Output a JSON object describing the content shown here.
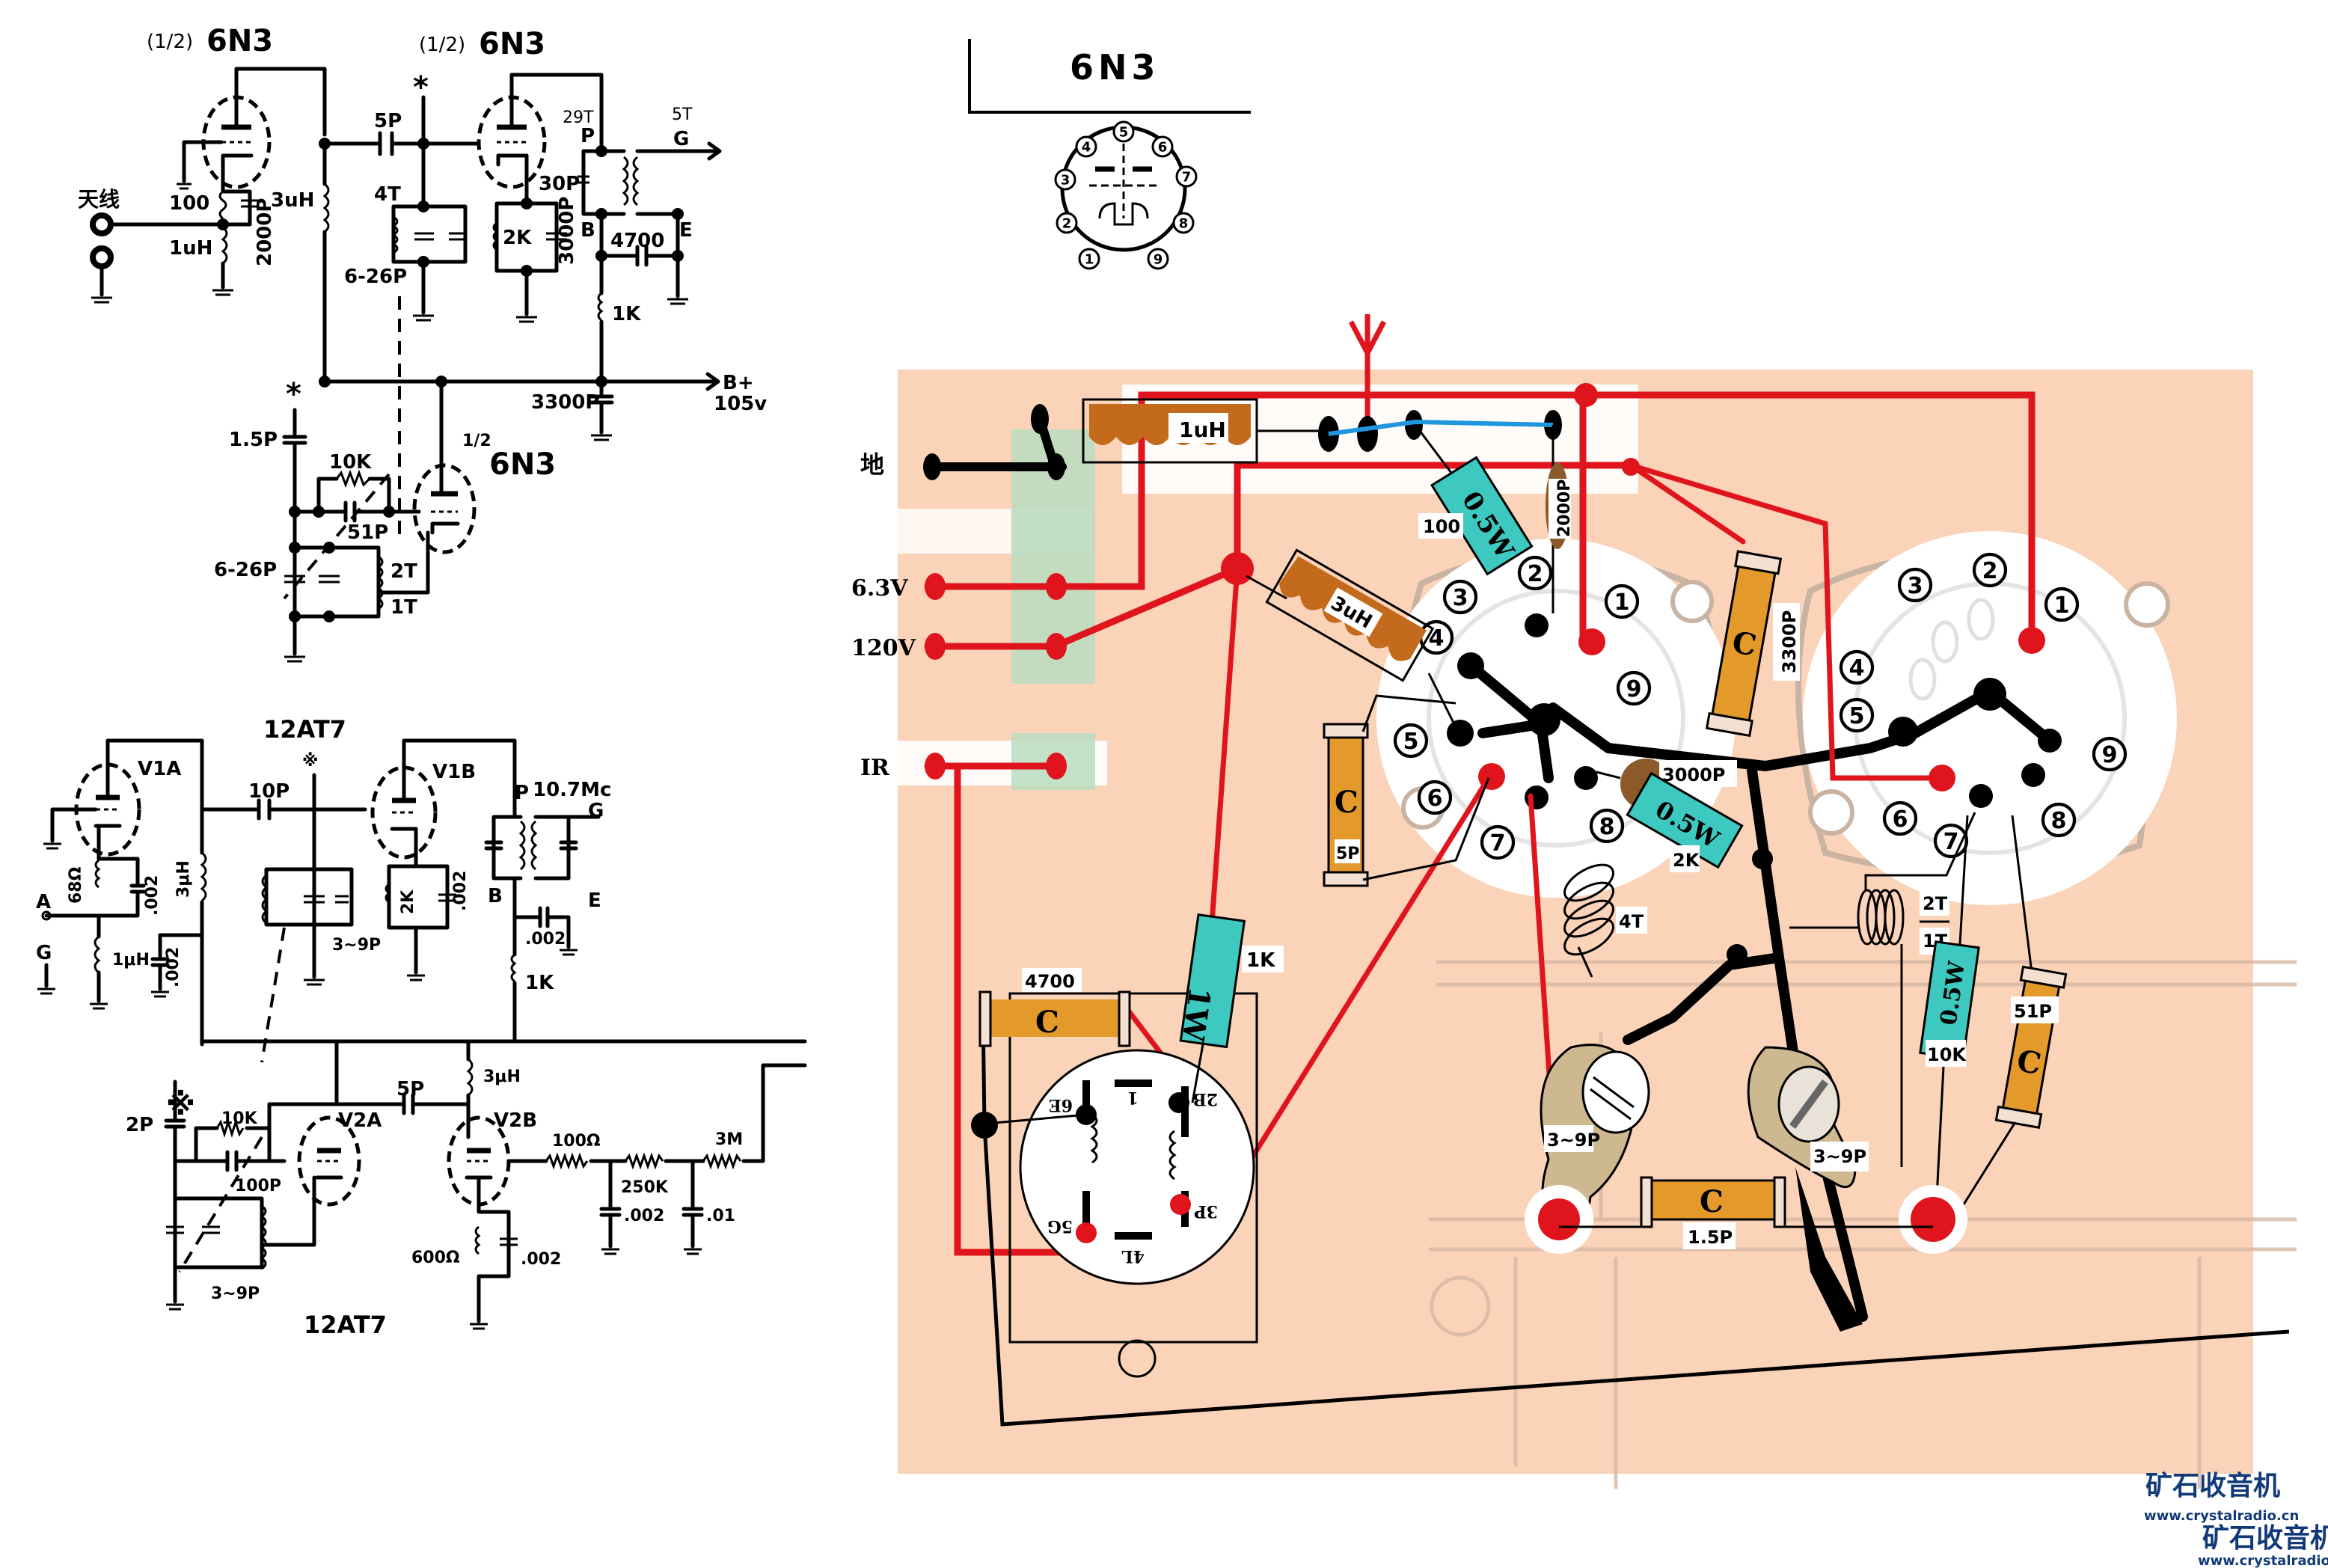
{
  "schematic_6n3": {
    "tube1_label_prefix": "(1/2)",
    "tube1_label": "6N3",
    "tube2_label_prefix": "(1/2)",
    "tube2_label": "6N3",
    "tube3_label_frac": "1/2",
    "tube3_label": "6N3",
    "antenna_label": "天线",
    "r_cathode": "100",
    "l_input": "1uH",
    "c_bypass": "2000P",
    "l_plate": "3uH",
    "c_coupling": "5P",
    "marker_star": "*",
    "l_tank": "4T",
    "c_tank": "6-26P",
    "r_cathode2": "2K",
    "c_cathode2": "3000P",
    "if_turns_primary": "29T",
    "if_turns_secondary": "5T",
    "if_p": "P",
    "if_g": "G",
    "if_b": "B",
    "if_e": "E",
    "c_if": "30P",
    "c_if_bypass": "4700",
    "r_decouple": "1K",
    "c_bplus": "3300P",
    "bplus": "B+",
    "bplus_voltage": "105v",
    "osc_c_coupling": "1.5P",
    "osc_r_grid": "10K",
    "osc_c_grid": "51P",
    "osc_c_tank": "6-26P",
    "osc_l_turns_a": "2T",
    "osc_l_turns_b": "1T"
  },
  "schematic_12at7": {
    "title_top": "12AT7",
    "title_bottom": "12AT7",
    "v1a": "V1A",
    "v1b": "V1B",
    "v2a": "V2A",
    "v2b": "V2B",
    "r_cathode": "68Ω",
    "c_cathode": ".002",
    "l_plate": "3μH",
    "terminal_a": "A",
    "terminal_g": "G",
    "l_input": "1μH",
    "c_decouple": ".002",
    "c_coupling": "10P",
    "c_tank": "3~9P",
    "r_cathode2": "2K",
    "c_cathode2": ".002",
    "if_freq": "10.7Mc",
    "if_p": "P",
    "if_g": "G",
    "if_b": "B",
    "if_e": "E",
    "c_if_bypass": ".002",
    "r_decouple": "1K",
    "osc_c_coupling": "2P",
    "osc_r_grid": "10K",
    "osc_c_grid": "100P",
    "osc_c_tank": "3~9P",
    "c_coupling2": "5P",
    "l_plate2": "3μH",
    "r_filter1": "100Ω",
    "r_filter2": "250K",
    "r_filter3": "3M",
    "c_filter1": ".002",
    "c_filter2": ".01",
    "r_cathode3": "600Ω",
    "c_cathode3": ".002",
    "marker": "※"
  },
  "pinout": {
    "title": "6N3",
    "pins": [
      "1",
      "2",
      "3",
      "4",
      "5",
      "6",
      "7",
      "8",
      "9"
    ]
  },
  "wiring": {
    "labels": {
      "ground": "地",
      "heater": "6.3V",
      "hv": "120V",
      "if_out": "IR"
    },
    "components": {
      "l_input": "1uH",
      "r_cathode": "100",
      "r_cathode_power": "0.5W",
      "c_bypass": "2000P",
      "l_plate": "3uH",
      "c_bplus": "3300P",
      "c_cathode2": "3000P",
      "r_cathode2_power": "0.5W",
      "r_cathode2": "2K",
      "c_coupling": "5P",
      "c_coupling_mark": "C",
      "l_tank": "4T",
      "l_osc_a": "2T",
      "l_osc_b": "1T",
      "r_grid_power": "0.5W",
      "r_grid": "10K",
      "c_grid": "51P",
      "c_grid_mark": "C",
      "trimmer1": "3~9P",
      "trimmer2": "3~9P",
      "c_osc_coupling": "1.5P",
      "c_osc_coupling_mark": "C",
      "c_if_bypass": "4700",
      "c_if_bypass_mark": "C",
      "r_decouple_power": "1W",
      "r_decouple": "1K"
    },
    "socket_left_pins": [
      "1",
      "2",
      "3",
      "4",
      "5",
      "6",
      "7",
      "8",
      "9"
    ],
    "socket_right_pins": [
      "1",
      "2",
      "3",
      "4",
      "5",
      "6",
      "7",
      "8",
      "9"
    ],
    "if_transformer_pins": {
      "p1": "1",
      "p2": "2B",
      "p3": "3P",
      "p4": "4L",
      "p5": "5G",
      "p6": "6E"
    }
  },
  "watermark": {
    "brand_cn": "矿石收音机",
    "brand_url": "www.crystalradio.cn"
  },
  "colors": {
    "board": "#fbd3b8",
    "wire_red": "#e0141c",
    "resistor": "#3dc8c0",
    "capacitor": "#e39a2a",
    "inductor": "#c46a1c",
    "terminal_strip": "#b8dcc0",
    "trimmer": "#cdb890",
    "brand": "#123a78"
  }
}
